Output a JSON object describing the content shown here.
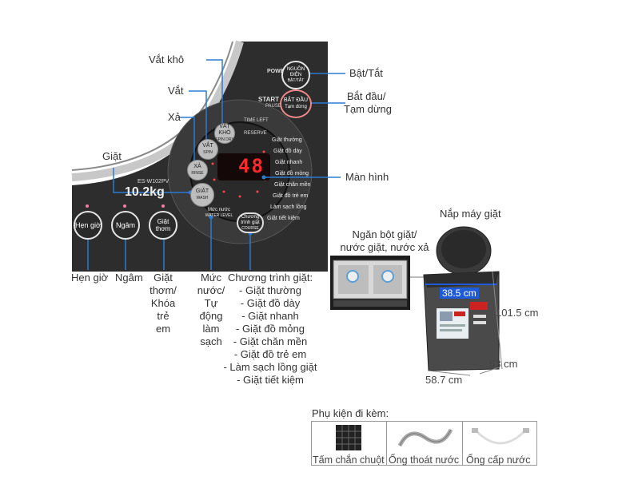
{
  "callouts": {
    "vat_kho": "Vắt khô",
    "vat": "Vắt",
    "xa": "Xả",
    "giat": "Giặt",
    "bat_tat": "Bật/Tắt",
    "bat_dau_1": "Bắt đầu/",
    "bat_dau_2": "Tạm dừng",
    "man_hinh": "Màn hình",
    "hen_gio": "Hẹn giờ",
    "ngam": "Ngâm",
    "giat_thom": [
      "Giặt",
      "thơm/",
      "Khóa",
      "trẻ",
      "em"
    ],
    "muc_nuoc": [
      "Mức",
      "nước/",
      "Tự",
      "động",
      "làm",
      "sạch"
    ],
    "chuong_trinh_title": "Chương trình giặt:",
    "chuong_trinh_items": [
      "- Giặt thường",
      "- Giặt đồ dày",
      "- Giặt nhanh",
      "- Giặt đồ mỏng",
      "- Giặt chăn mền",
      "- Giặt đồ trẻ em",
      "- Làm sạch lồng giặt",
      "- Giặt tiết kiệm"
    ],
    "nap_may_giat": "Nắp máy giặt",
    "ngan_bot_1": "Ngăn bột giặt/",
    "ngan_bot_2": "nước giặt, nước xả"
  },
  "panel": {
    "model": "ES-W102PV",
    "capacity": "10.2kg",
    "display_value": "48",
    "power_btn": [
      "NGUỒN",
      "ĐIỆN",
      "BẬT/TẮT"
    ],
    "start_btn": [
      "BẮT ĐẦU",
      "Tạm dừng"
    ],
    "power_text": "POWER",
    "start_text": "START",
    "start_sub": "PAUSE",
    "vat_kho_btn": [
      "VẮT KHÔ",
      "SPIN DRY"
    ],
    "vat_btn": [
      "VẮT",
      "SPIN"
    ],
    "xa_btn": [
      "XẢ",
      "RINSE"
    ],
    "giat_btn": [
      "GIẶT",
      "WASH"
    ],
    "hen_gio_btn": "Hẹn giờ",
    "ngam_btn": "Ngâm",
    "giat_thom_btn": "Giặt thơm",
    "muc_nuoc_btn": [
      "Mức nước",
      "WATER LEVEL"
    ],
    "chuong_trinh_btn": [
      "Chương",
      "trình giặt",
      "COURSE"
    ],
    "programs": [
      "Giặt thường",
      "Giặt đồ dày",
      "Giặt nhanh",
      "Giặt đồ mỏng",
      "Giặt chăn mền",
      "Giặt đồ trẻ em",
      "Làm sạch lồng",
      "Giặt tiết kiệm"
    ],
    "time_left": "TIME LEFT",
    "reserve": "RESERVE"
  },
  "dimensions": {
    "width_top": "38.5 cm",
    "height": "101.5 cm",
    "depth": "63 cm",
    "width": "58.7 cm"
  },
  "accessories": {
    "title": "Phụ kiện đi kèm:",
    "items": [
      "Tấm chắn chuột",
      "Ống thoát nước",
      "Ống cấp nước"
    ]
  },
  "colors": {
    "panel": "#2b2b2b",
    "display_red": "#ff2a2a",
    "dim_blue": "#1e5bd6"
  }
}
